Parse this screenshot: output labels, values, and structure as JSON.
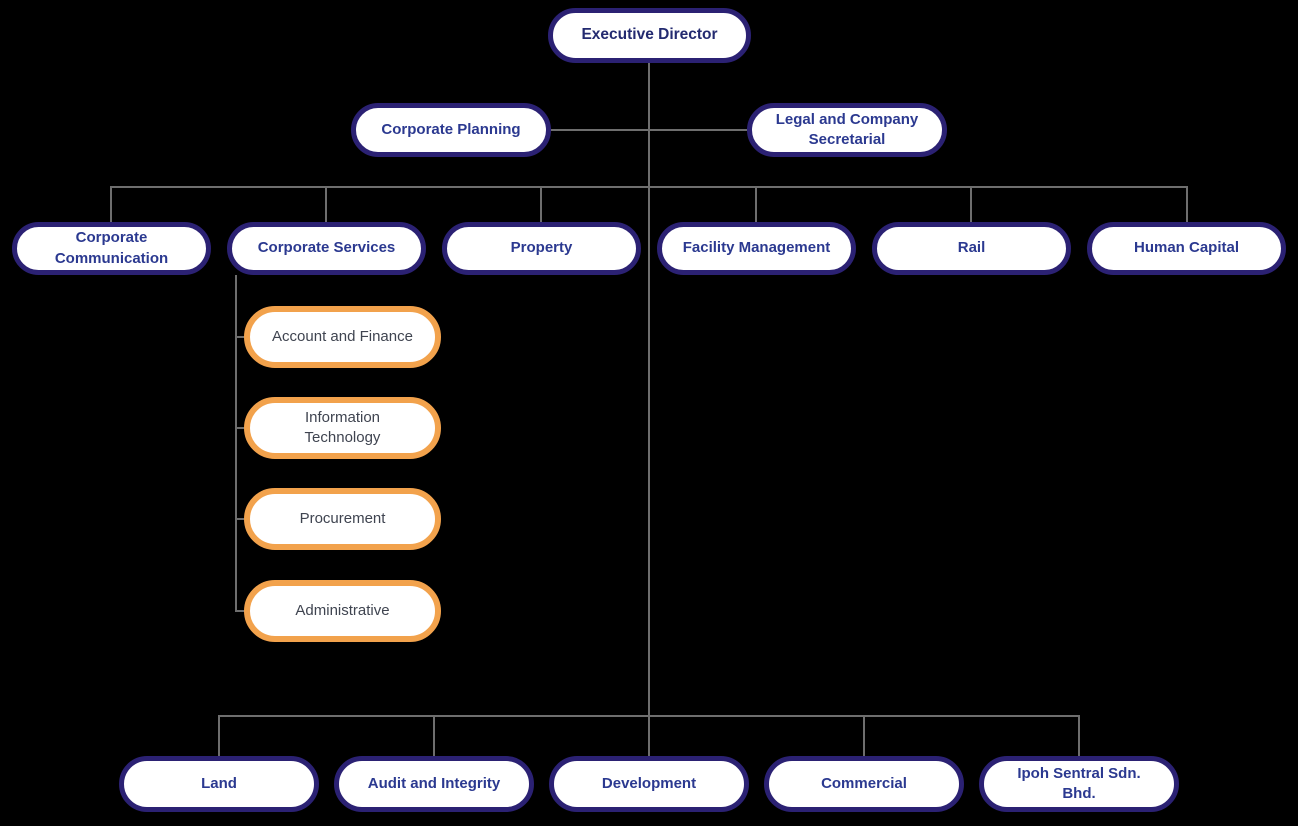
{
  "colors": {
    "background": "#000000",
    "navy_border": "#2B2173",
    "navy_text": "#2B3990",
    "orange_border": "#F2A24C",
    "orange_text": "#3F4450",
    "connector": "#6E6E6E",
    "node_fill": "#FFFFFF"
  },
  "chart_data": {
    "type": "org-chart",
    "root": {
      "label": "Executive Director"
    },
    "staff_level": [
      {
        "label": "Corporate Planning"
      },
      {
        "label": "Legal and Company Secretarial"
      }
    ],
    "divisions": [
      {
        "label": "Corporate Communication"
      },
      {
        "label": "Corporate Services"
      },
      {
        "label": "Property"
      },
      {
        "label": "Facility Management"
      },
      {
        "label": "Rail"
      },
      {
        "label": "Human Capital"
      }
    ],
    "corporate_services_units": [
      {
        "label": "Account and Finance"
      },
      {
        "label": "Information Technology"
      },
      {
        "label": "Procurement"
      },
      {
        "label": "Administrative"
      }
    ],
    "lower_divisions": [
      {
        "label": "Land"
      },
      {
        "label": "Audit and Integrity"
      },
      {
        "label": "Development"
      },
      {
        "label": "Commercial"
      },
      {
        "label": "Ipoh Sentral Sdn. Bhd."
      }
    ]
  }
}
